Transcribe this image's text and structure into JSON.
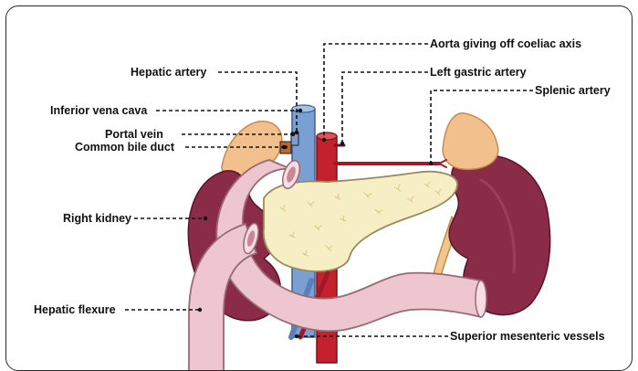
{
  "labels": {
    "aorta": "Aorta giving off coeliac axis",
    "hepatic_artery": "Hepatic artery",
    "left_gastric_artery": "Left gastric artery",
    "splenic_artery": "Splenic artery",
    "inferior_vena_cava": "Inferior vena cava",
    "portal_vein": "Portal vein",
    "common_bile_duct": "Common bile duct",
    "right_kidney": "Right kidney",
    "hepatic_flexure": "Hepatic flexure",
    "superior_mesenteric_vessels": "Superior mesenteric vessels"
  },
  "colors": {
    "kidney": "#8a2c48",
    "kidney_dark": "#6b1d36",
    "adrenal": "#f2c08d",
    "pancreas": "#f6efc6",
    "duodenum": "#eec6cf",
    "aorta": "#c4212e",
    "ivc": "#7a9fd2",
    "ureter": "#f1c58e",
    "bile_duct": "#b8692f"
  }
}
